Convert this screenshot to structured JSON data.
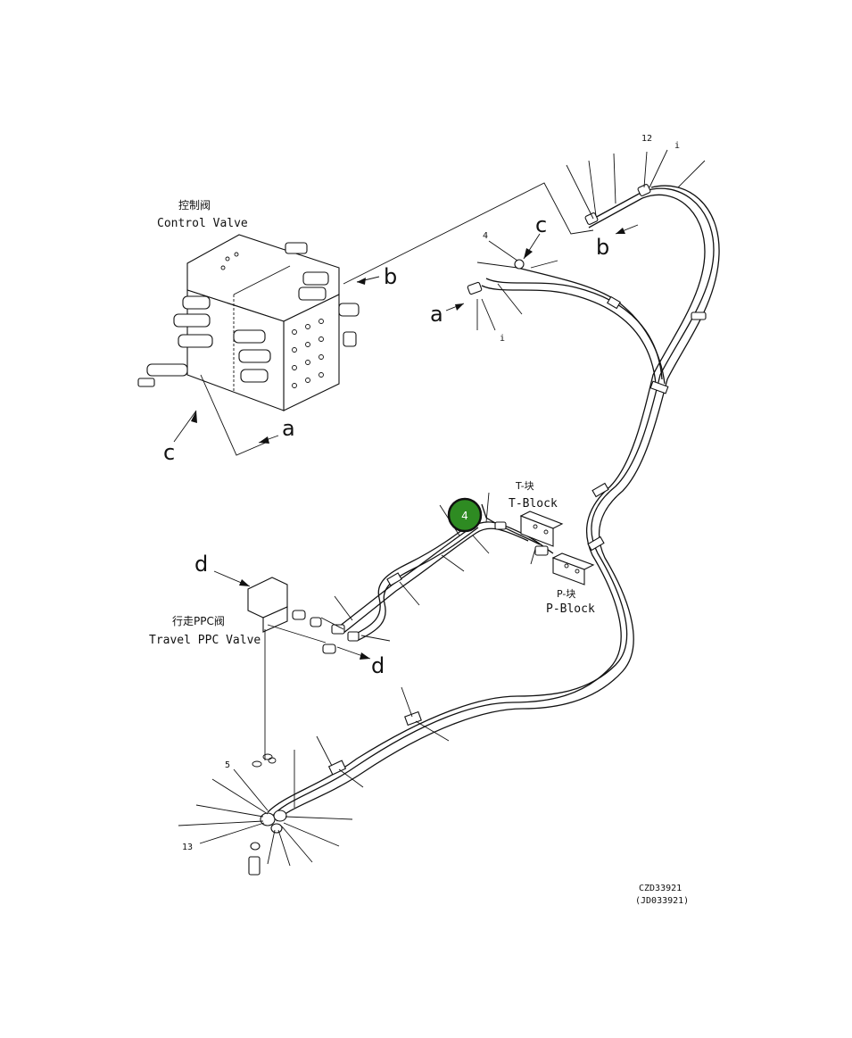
{
  "labels": {
    "control_valve_zh": "控制阀",
    "control_valve_en": "Control Valve",
    "t_block_zh": "T-块",
    "t_block_en": "T-Block",
    "p_block_zh": "P-块",
    "p_block_en": "P-Block",
    "travel_ppc_zh": "行走PPC阀",
    "travel_ppc_en": "Travel PPC Valve"
  },
  "connectors": {
    "a_left": "a",
    "a_right": "a",
    "b_left": "b",
    "b_right": "b",
    "c_left": "c",
    "c_right": "c",
    "d_left": "d",
    "d_right": "d"
  },
  "callouts": {
    "n4_top": "4",
    "n5": "5",
    "n12": "12",
    "n13": "13",
    "i_top": "i",
    "i_mid": "i"
  },
  "marker": {
    "label": "4",
    "color": "#2e8b22"
  },
  "drawing_ids": {
    "primary": "CZD33921",
    "secondary": "(JD033921)"
  }
}
